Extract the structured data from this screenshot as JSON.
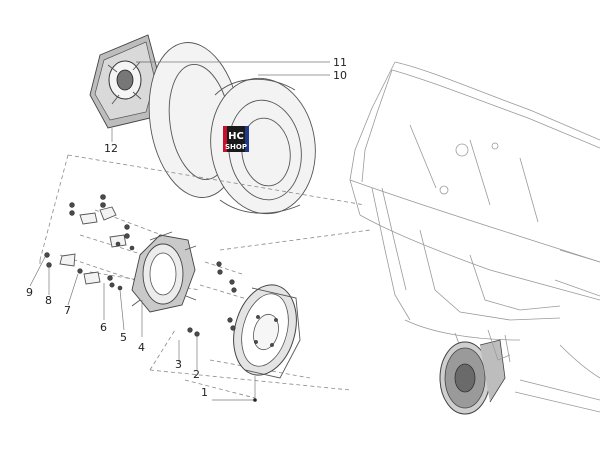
{
  "logo": {
    "line1": "HC",
    "line2": "SHOP",
    "accent_red": "#c8102e",
    "accent_blue": "#1f3a8a"
  },
  "callouts": [
    {
      "number": "1"
    },
    {
      "number": "2"
    },
    {
      "number": "3"
    },
    {
      "number": "4"
    },
    {
      "number": "5"
    },
    {
      "number": "6"
    },
    {
      "number": "7"
    },
    {
      "number": "8"
    },
    {
      "number": "9"
    },
    {
      "number": "10"
    },
    {
      "number": "11"
    },
    {
      "number": "12"
    }
  ]
}
